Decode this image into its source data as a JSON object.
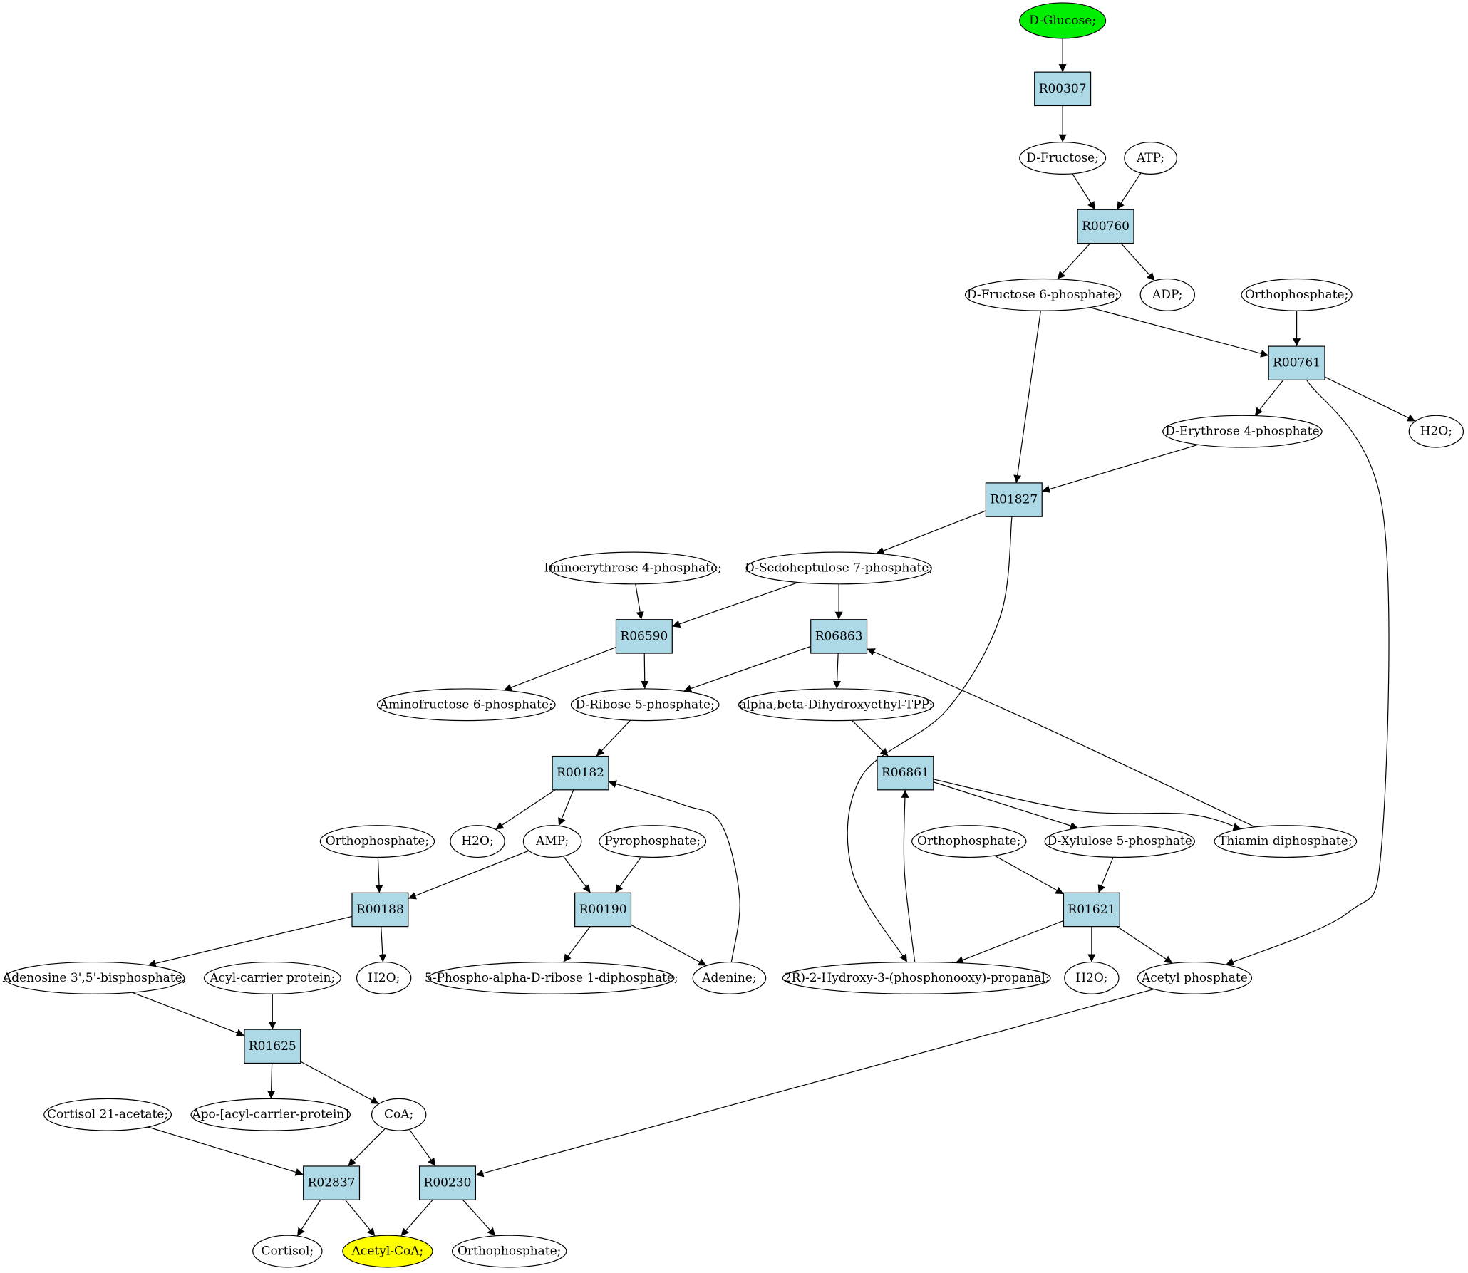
{
  "colors": {
    "reaction_fill": "#add8e6",
    "start_fill": "#00ee00",
    "target_fill": "#ffff00",
    "compound_fill": "#ffffff",
    "stroke": "#000000"
  },
  "nodes": [
    {
      "id": "d_glucose",
      "kind": "start",
      "label": "D-Glucose;"
    },
    {
      "id": "r00307",
      "kind": "reaction",
      "label": "R00307"
    },
    {
      "id": "d_fructose",
      "kind": "compound",
      "label": "D-Fructose;"
    },
    {
      "id": "atp",
      "kind": "compound",
      "label": "ATP;"
    },
    {
      "id": "r00760",
      "kind": "reaction",
      "label": "R00760"
    },
    {
      "id": "d_fructose_6p",
      "kind": "compound",
      "label": "D-Fructose 6-phosphate;"
    },
    {
      "id": "adp",
      "kind": "compound",
      "label": "ADP;"
    },
    {
      "id": "orthophosphate_1",
      "kind": "compound",
      "label": "Orthophosphate;"
    },
    {
      "id": "r00761",
      "kind": "reaction",
      "label": "R00761"
    },
    {
      "id": "d_erythrose_4p",
      "kind": "compound",
      "label": "D-Erythrose 4-phosphate"
    },
    {
      "id": "h2o_1",
      "kind": "compound",
      "label": "H2O;"
    },
    {
      "id": "r01827",
      "kind": "reaction",
      "label": "R01827"
    },
    {
      "id": "iminoerythrose_4p",
      "kind": "compound",
      "label": "Iminoerythrose 4-phosphate;"
    },
    {
      "id": "d_sedoheptulose_7p",
      "kind": "compound",
      "label": "D-Sedoheptulose 7-phosphate;"
    },
    {
      "id": "r06590",
      "kind": "reaction",
      "label": "R06590"
    },
    {
      "id": "r06863",
      "kind": "reaction",
      "label": "R06863"
    },
    {
      "id": "aminofructose_6p",
      "kind": "compound",
      "label": "Aminofructose 6-phosphate;"
    },
    {
      "id": "d_ribose_5p",
      "kind": "compound",
      "label": "D-Ribose 5-phosphate;"
    },
    {
      "id": "dihydroxyethyl_tpp",
      "kind": "compound",
      "label": "alpha,beta-Dihydroxyethyl-TPP;"
    },
    {
      "id": "r00182",
      "kind": "reaction",
      "label": "R00182"
    },
    {
      "id": "r06861",
      "kind": "reaction",
      "label": "R06861"
    },
    {
      "id": "orthophosphate_2",
      "kind": "compound",
      "label": "Orthophosphate;"
    },
    {
      "id": "h2o_2",
      "kind": "compound",
      "label": "H2O;"
    },
    {
      "id": "amp",
      "kind": "compound",
      "label": "AMP;"
    },
    {
      "id": "pyrophosphate",
      "kind": "compound",
      "label": "Pyrophosphate;"
    },
    {
      "id": "orthophosphate_3",
      "kind": "compound",
      "label": "Orthophosphate;"
    },
    {
      "id": "d_xylulose_5p",
      "kind": "compound",
      "label": "D-Xylulose 5-phosphate"
    },
    {
      "id": "thiamin_dp",
      "kind": "compound",
      "label": "Thiamin diphosphate;"
    },
    {
      "id": "r00188",
      "kind": "reaction",
      "label": "R00188"
    },
    {
      "id": "r00190",
      "kind": "reaction",
      "label": "R00190"
    },
    {
      "id": "r01621",
      "kind": "reaction",
      "label": "R01621"
    },
    {
      "id": "adenosine_35_bp",
      "kind": "compound",
      "label": "Adenosine 3',5'-bisphosphate;"
    },
    {
      "id": "acyl_carrier_protein",
      "kind": "compound",
      "label": "Acyl-carrier protein;"
    },
    {
      "id": "h2o_3",
      "kind": "compound",
      "label": "H2O;"
    },
    {
      "id": "phospho_ribose_dp",
      "kind": "compound",
      "label": "5-Phospho-alpha-D-ribose 1-diphosphate;"
    },
    {
      "id": "adenine",
      "kind": "compound",
      "label": "Adenine;"
    },
    {
      "id": "hydroxy_phosphonooxy_propanal",
      "kind": "compound",
      "label": "2R)-2-Hydroxy-3-(phosphonooxy)-propanal;"
    },
    {
      "id": "h2o_4",
      "kind": "compound",
      "label": "H2O;"
    },
    {
      "id": "acetyl_phosphate",
      "kind": "compound",
      "label": "Acetyl phosphate"
    },
    {
      "id": "r01625",
      "kind": "reaction",
      "label": "R01625"
    },
    {
      "id": "cortisol_21_acetate",
      "kind": "compound",
      "label": "Cortisol 21-acetate;"
    },
    {
      "id": "apo_acp",
      "kind": "compound",
      "label": "Apo-[acyl-carrier-protein]"
    },
    {
      "id": "coa",
      "kind": "compound",
      "label": "CoA;"
    },
    {
      "id": "r02837",
      "kind": "reaction",
      "label": "R02837"
    },
    {
      "id": "r00230",
      "kind": "reaction",
      "label": "R00230"
    },
    {
      "id": "cortisol",
      "kind": "compound",
      "label": "Cortisol;"
    },
    {
      "id": "acetyl_coa",
      "kind": "target",
      "label": "Acetyl-CoA;"
    },
    {
      "id": "orthophosphate_4",
      "kind": "compound",
      "label": "Orthophosphate;"
    }
  ],
  "edges": [
    {
      "from": "d_glucose",
      "to": "r00307"
    },
    {
      "from": "r00307",
      "to": "d_fructose"
    },
    {
      "from": "d_fructose",
      "to": "r00760"
    },
    {
      "from": "atp",
      "to": "r00760"
    },
    {
      "from": "r00760",
      "to": "d_fructose_6p"
    },
    {
      "from": "r00760",
      "to": "adp"
    },
    {
      "from": "d_fructose_6p",
      "to": "r00761"
    },
    {
      "from": "orthophosphate_1",
      "to": "r00761"
    },
    {
      "from": "d_fructose_6p",
      "to": "r01827"
    },
    {
      "from": "r00761",
      "to": "d_erythrose_4p"
    },
    {
      "from": "r00761",
      "to": "h2o_1"
    },
    {
      "from": "r00761",
      "to": "acetyl_phosphate"
    },
    {
      "from": "d_erythrose_4p",
      "to": "r01827"
    },
    {
      "from": "r01827",
      "to": "d_sedoheptulose_7p"
    },
    {
      "from": "r01827",
      "to": "hydroxy_phosphonooxy_propanal"
    },
    {
      "from": "iminoerythrose_4p",
      "to": "r06590"
    },
    {
      "from": "d_sedoheptulose_7p",
      "to": "r06590"
    },
    {
      "from": "d_sedoheptulose_7p",
      "to": "r06863"
    },
    {
      "from": "r06590",
      "to": "aminofructose_6p"
    },
    {
      "from": "r06590",
      "to": "d_ribose_5p"
    },
    {
      "from": "r06863",
      "to": "d_ribose_5p"
    },
    {
      "from": "r06863",
      "to": "dihydroxyethyl_tpp"
    },
    {
      "from": "d_ribose_5p",
      "to": "r00182"
    },
    {
      "from": "dihydroxyethyl_tpp",
      "to": "r06861"
    },
    {
      "from": "r00182",
      "to": "h2o_2"
    },
    {
      "from": "r00182",
      "to": "amp"
    },
    {
      "from": "adenine",
      "to": "r00182"
    },
    {
      "from": "r06861",
      "to": "d_xylulose_5p"
    },
    {
      "from": "r06861",
      "to": "thiamin_dp"
    },
    {
      "from": "hydroxy_phosphonooxy_propanal",
      "to": "r06861"
    },
    {
      "from": "thiamin_dp",
      "to": "r06863"
    },
    {
      "from": "orthophosphate_2",
      "to": "r00188"
    },
    {
      "from": "amp",
      "to": "r00188"
    },
    {
      "from": "amp",
      "to": "r00190"
    },
    {
      "from": "pyrophosphate",
      "to": "r00190"
    },
    {
      "from": "orthophosphate_3",
      "to": "r01621"
    },
    {
      "from": "d_xylulose_5p",
      "to": "r01621"
    },
    {
      "from": "r00188",
      "to": "adenosine_35_bp"
    },
    {
      "from": "r00188",
      "to": "h2o_3"
    },
    {
      "from": "r00190",
      "to": "phospho_ribose_dp"
    },
    {
      "from": "r00190",
      "to": "adenine"
    },
    {
      "from": "r01621",
      "to": "hydroxy_phosphonooxy_propanal"
    },
    {
      "from": "r01621",
      "to": "h2o_4"
    },
    {
      "from": "r01621",
      "to": "acetyl_phosphate"
    },
    {
      "from": "adenosine_35_bp",
      "to": "r01625"
    },
    {
      "from": "acyl_carrier_protein",
      "to": "r01625"
    },
    {
      "from": "r01625",
      "to": "apo_acp"
    },
    {
      "from": "r01625",
      "to": "coa"
    },
    {
      "from": "cortisol_21_acetate",
      "to": "r02837"
    },
    {
      "from": "coa",
      "to": "r02837"
    },
    {
      "from": "coa",
      "to": "r00230"
    },
    {
      "from": "acetyl_phosphate",
      "to": "r00230"
    },
    {
      "from": "r02837",
      "to": "cortisol"
    },
    {
      "from": "r02837",
      "to": "acetyl_coa"
    },
    {
      "from": "r00230",
      "to": "acetyl_coa"
    },
    {
      "from": "r00230",
      "to": "orthophosphate_4"
    }
  ]
}
